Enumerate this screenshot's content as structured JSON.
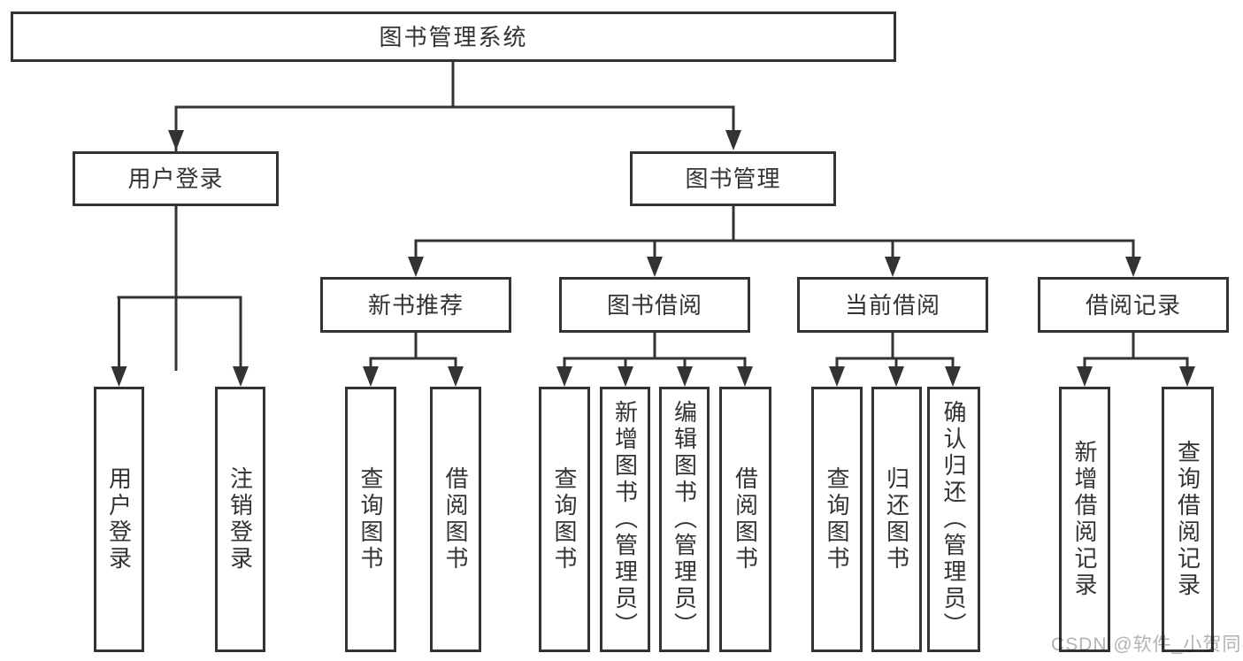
{
  "diagram": {
    "title": "图书管理系统",
    "root": {
      "label": "图书管理系统"
    },
    "level2": [
      {
        "label": "用户登录"
      },
      {
        "label": "图书管理"
      }
    ],
    "level3": [
      {
        "label": "新书推荐",
        "parent": "图书管理"
      },
      {
        "label": "图书借阅",
        "parent": "图书管理"
      },
      {
        "label": "当前借阅",
        "parent": "图书管理"
      },
      {
        "label": "借阅记录",
        "parent": "图书管理"
      }
    ],
    "leaves": [
      {
        "label": "用户登录",
        "parent": "用户登录"
      },
      {
        "label": "注销登录",
        "parent": "用户登录"
      },
      {
        "label": "查询图书",
        "parent": "新书推荐"
      },
      {
        "label": "借阅图书",
        "parent": "新书推荐"
      },
      {
        "label": "查询图书",
        "parent": "图书借阅"
      },
      {
        "label": "新增图书（管理员）",
        "parent": "图书借阅"
      },
      {
        "label": "编辑图书（管理员）",
        "parent": "图书借阅"
      },
      {
        "label": "借阅图书",
        "parent": "图书借阅"
      },
      {
        "label": "查询图书",
        "parent": "当前借阅"
      },
      {
        "label": "归还图书",
        "parent": "当前借阅"
      },
      {
        "label": "确认归还（管理员）",
        "parent": "当前借阅"
      },
      {
        "label": "新增借阅记录",
        "parent": "借阅记录"
      },
      {
        "label": "查询借阅记录",
        "parent": "借阅记录"
      }
    ]
  },
  "watermark": {
    "text": "CSDN @软件_小贺同学",
    "color": "#b3b3b3"
  },
  "colors": {
    "line": "#333333",
    "text": "#333333",
    "background": "#ffffff"
  }
}
